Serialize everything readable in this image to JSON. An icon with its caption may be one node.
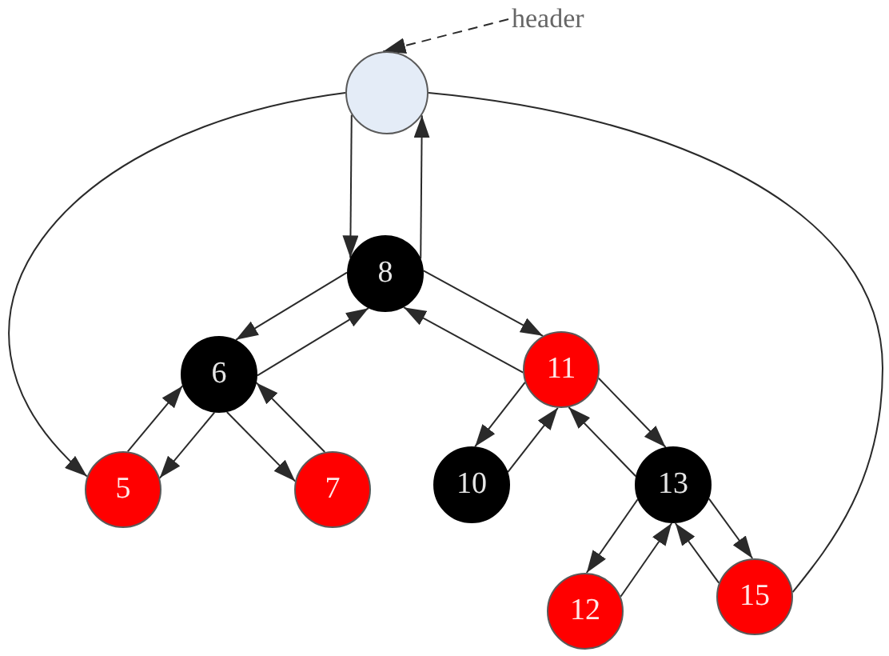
{
  "diagram": {
    "nodes": [
      {
        "text": [
          "header"
        ]
      },
      {
        "text": [],
        "shape": "circle"
      },
      {
        "text": [
          "8"
        ]
      },
      {
        "text": [
          "6"
        ]
      },
      {
        "text": [
          "11"
        ]
      },
      {
        "text": [
          "5"
        ]
      },
      {
        "text": [
          "7"
        ]
      },
      {
        "text": [
          "10"
        ]
      },
      {
        "text": [
          "13"
        ]
      },
      {
        "text": [
          "12"
        ]
      },
      {
        "text": [
          "15"
        ]
      }
    ],
    "edges": [
      {
        "from": 0,
        "to": 1,
        "arrow": "to",
        "style": "dashed"
      },
      {
        "from": 1,
        "to": 2,
        "arrow": "to"
      },
      {
        "from": 2,
        "to": 1,
        "arrow": "to"
      },
      {
        "from": 1,
        "to": 5,
        "arrow": "to"
      },
      {
        "from": 1,
        "to": 10,
        "arrow": "none"
      },
      {
        "from": 2,
        "to": 3,
        "arrow": "to"
      },
      {
        "from": 3,
        "to": 2,
        "arrow": "to"
      },
      {
        "from": 2,
        "to": 4,
        "arrow": "to"
      },
      {
        "from": 4,
        "to": 2,
        "arrow": "to"
      },
      {
        "from": 3,
        "to": 5,
        "arrow": "to"
      },
      {
        "from": 5,
        "to": 3,
        "arrow": "to"
      },
      {
        "from": 3,
        "to": 6,
        "arrow": "to"
      },
      {
        "from": 6,
        "to": 3,
        "arrow": "to"
      },
      {
        "from": 4,
        "to": 7,
        "arrow": "to"
      },
      {
        "from": 7,
        "to": 4,
        "arrow": "to"
      },
      {
        "from": 4,
        "to": 8,
        "arrow": "to"
      },
      {
        "from": 8,
        "to": 4,
        "arrow": "to"
      },
      {
        "from": 8,
        "to": 9,
        "arrow": "to"
      },
      {
        "from": 9,
        "to": 8,
        "arrow": "to"
      },
      {
        "from": 8,
        "to": 10,
        "arrow": "to"
      },
      {
        "from": 10,
        "to": 8,
        "arrow": "to"
      }
    ]
  }
}
